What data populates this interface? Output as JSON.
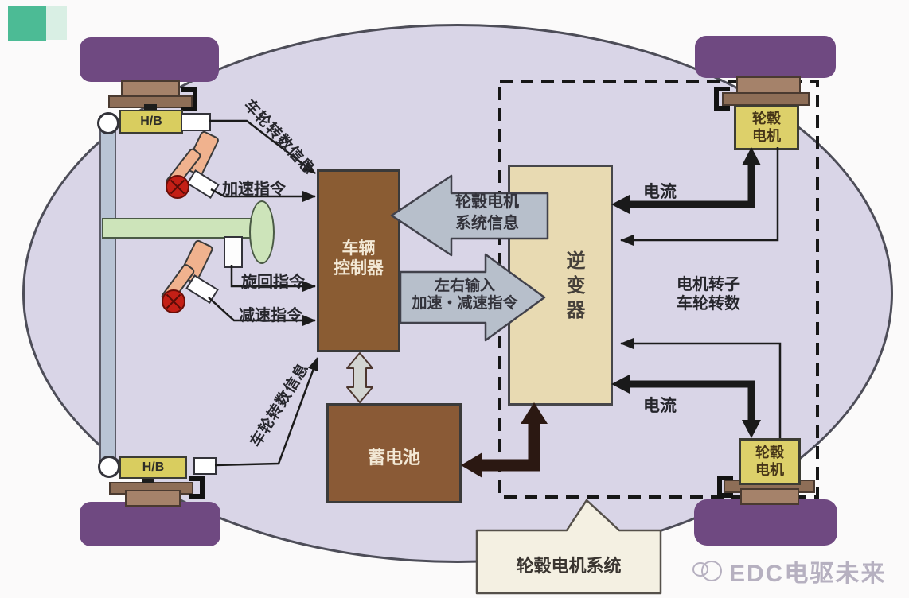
{
  "watermark": {
    "text": "EDC电驱未来"
  },
  "controller": {
    "line1": "车辆",
    "line2": "控制器"
  },
  "inverter": {
    "label": "逆变器"
  },
  "battery": {
    "label": "蓄电池"
  },
  "motor_top": {
    "line1": "轮毂",
    "line2": "电机"
  },
  "motor_bottom": {
    "line1": "轮毂",
    "line2": "电机"
  },
  "hb_top": "H/B",
  "hb_bottom": "H/B",
  "big_arrow_info": {
    "line1": "轮毂电机",
    "line2": "系统信息"
  },
  "big_arrow_cmd": {
    "line1": "左右输入",
    "line2": "加速・减速指令"
  },
  "labels": {
    "wheel_speed_top": "车轮转数信息",
    "wheel_speed_bottom": "车轮转数信息",
    "accel": "加速指令",
    "turn": "旋回指令",
    "decel": "减速指令",
    "current_top": "电流",
    "current_bottom": "电流",
    "rotor1": "电机转子",
    "rotor2": "车轮转数",
    "callout": "轮毂电机系统"
  },
  "colors": {
    "wheel_purple": "#6f4981",
    "controller_brown": "#8a5c33",
    "inverter_tan": "#e8dab2",
    "motor_yellow": "#ddd06a",
    "big_arrow_gray": "#b7bfcb",
    "power_arrow_dark": "#2b1812",
    "logo_green": "#4cbb95"
  }
}
